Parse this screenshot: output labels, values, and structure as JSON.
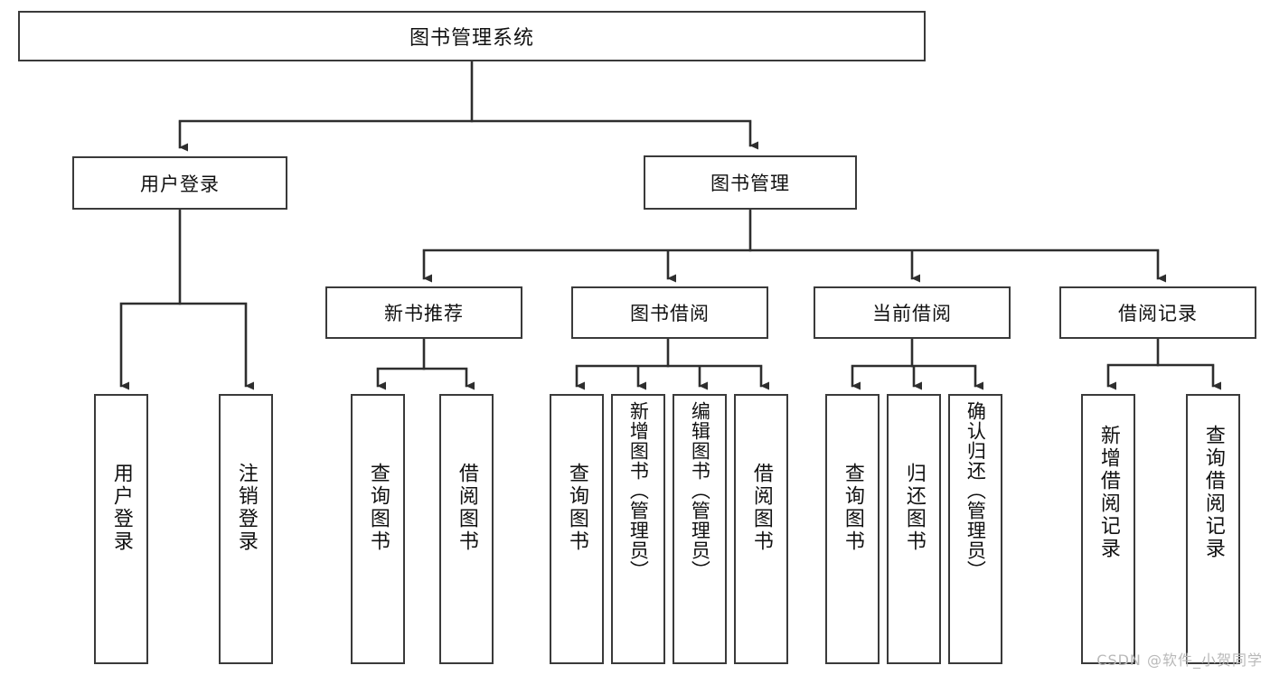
{
  "diagram": {
    "title_node": {
      "label": "图书管理系统"
    },
    "level2": [
      {
        "id": "user-login",
        "label": "用户登录"
      },
      {
        "id": "book-manage",
        "label": "图书管理"
      }
    ],
    "level3": [
      {
        "id": "new-book-recommend",
        "label": "新书推荐"
      },
      {
        "id": "book-borrow",
        "label": "图书借阅"
      },
      {
        "id": "current-borrow",
        "label": "当前借阅"
      },
      {
        "id": "borrow-record",
        "label": "借阅记录"
      }
    ],
    "leaves": [
      {
        "id": "leaf-user-login",
        "label": "用户登录",
        "parent": "user-login"
      },
      {
        "id": "leaf-user-logout",
        "label": "注销登录",
        "parent": "user-login"
      },
      {
        "id": "leaf-query-book-1",
        "label": "查询图书",
        "parent": "new-book-recommend"
      },
      {
        "id": "leaf-borrow-book-1",
        "label": "借阅图书",
        "parent": "new-book-recommend"
      },
      {
        "id": "leaf-query-book-2",
        "label": "查询图书",
        "parent": "book-borrow"
      },
      {
        "id": "leaf-add-book",
        "label": "新增图书（管理员）",
        "parent": "book-borrow"
      },
      {
        "id": "leaf-edit-book",
        "label": "编辑图书（管理员）",
        "parent": "book-borrow"
      },
      {
        "id": "leaf-borrow-book-2",
        "label": "借阅图书",
        "parent": "book-borrow"
      },
      {
        "id": "leaf-query-book-3",
        "label": "查询图书",
        "parent": "current-borrow"
      },
      {
        "id": "leaf-return-book",
        "label": "归还图书",
        "parent": "current-borrow"
      },
      {
        "id": "leaf-confirm-return",
        "label": "确认归还（管理员）",
        "parent": "current-borrow"
      },
      {
        "id": "leaf-add-record",
        "label": "新增借阅记录",
        "parent": "borrow-record"
      },
      {
        "id": "leaf-query-record",
        "label": "查询借阅记录",
        "parent": "borrow-record"
      }
    ],
    "watermark": "CSDN @软件_小贺同学",
    "colors": {
      "stroke": "#3a3a3a",
      "box_fill": "#ffffff",
      "text": "#111111",
      "watermark": "#b9b9b9",
      "background": "#ffffff"
    }
  }
}
